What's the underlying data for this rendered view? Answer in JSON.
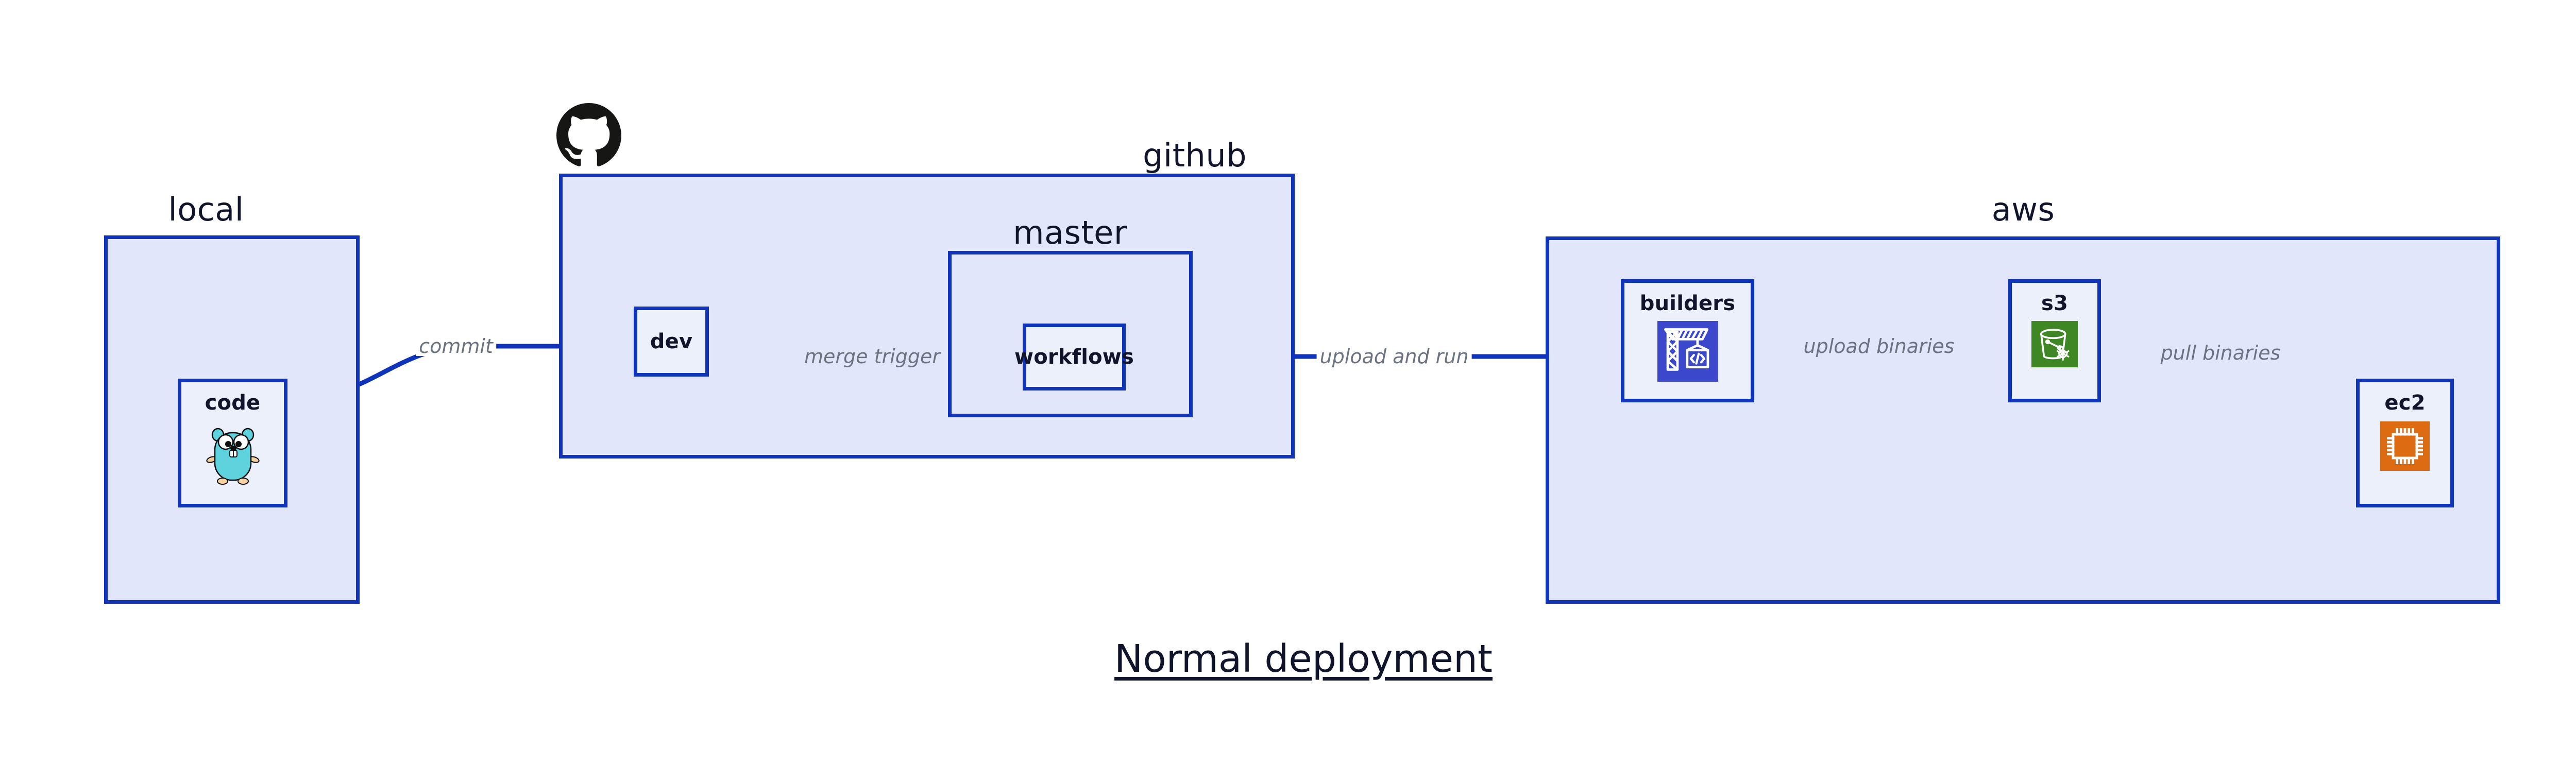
{
  "figure": {
    "title": "Normal deployment"
  },
  "groups": [
    {
      "id": "local",
      "label": "local"
    },
    {
      "id": "github",
      "label": "github"
    },
    {
      "id": "master",
      "label": "master"
    },
    {
      "id": "aws",
      "label": "aws"
    }
  ],
  "nodes": [
    {
      "id": "code",
      "label": "code",
      "icon": "go-gopher-icon",
      "icon_colors": {
        "body": "#5ed3dd",
        "outline": "#101010",
        "paw": "#f6d2a2"
      }
    },
    {
      "id": "dev",
      "label": "dev",
      "icon": "none"
    },
    {
      "id": "workflows",
      "label": "workflows",
      "icon": "none"
    },
    {
      "id": "builders",
      "label": "builders",
      "icon": "aws-codebuild-crane-icon",
      "icon_colors": {
        "tile": "#3b48cc",
        "glyph": "#ffffff"
      }
    },
    {
      "id": "s3",
      "label": "s3",
      "icon": "aws-s3-glacier-bucket-icon",
      "icon_colors": {
        "tile": "#3f8624",
        "glyph": "#ffffff"
      }
    },
    {
      "id": "ec2",
      "label": "ec2",
      "icon": "aws-ec2-chip-icon",
      "icon_colors": {
        "tile": "#dd6b12",
        "glyph": "#ffffff"
      }
    }
  ],
  "edges": [
    {
      "id": "commit",
      "label": "commit",
      "from": "code",
      "to": "dev"
    },
    {
      "id": "merge-trigger",
      "label": "merge trigger",
      "from": "dev",
      "to": "workflows"
    },
    {
      "id": "upload-and-run",
      "label": "upload and run",
      "from": "workflows",
      "to": "builders"
    },
    {
      "id": "upload-binaries",
      "label": "upload binaries",
      "from": "builders",
      "to": "s3"
    },
    {
      "id": "pull-binaries",
      "label": "pull binaries",
      "from": "s3",
      "to": "ec2"
    }
  ],
  "logos": [
    {
      "id": "github-logo",
      "name": "github-octocat-logo",
      "color": "#161614"
    }
  ],
  "colors": {
    "group_fill": "#e1e6fa",
    "node_fill": "#ecf0fb",
    "stroke": "#0f34ba",
    "text": "#10152b",
    "edge_label_text": "#6b7280",
    "background": "#ffffff"
  }
}
